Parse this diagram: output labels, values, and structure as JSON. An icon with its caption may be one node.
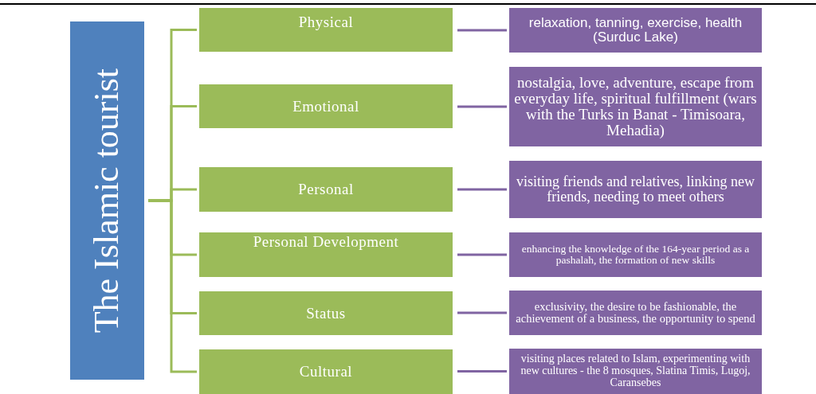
{
  "diagram": {
    "nodes": [
      {
        "text": [
          "The Islamic tourist"
        ]
      },
      {
        "text": [
          "Physical"
        ]
      },
      {
        "text": [
          "Emotional"
        ]
      },
      {
        "text": [
          "Personal"
        ]
      },
      {
        "text": [
          "Personal Development"
        ]
      },
      {
        "text": [
          "Status"
        ]
      },
      {
        "text": [
          "Cultural"
        ]
      },
      {
        "text": [
          "relaxation, tanning, exercise, health (Surduc Lake)"
        ]
      },
      {
        "text": [
          "nostalgia, love, adventure, escape from everyday life, spiritual fulfillment (wars with the Turks in Banat - Timisoara, Mehadia)"
        ]
      },
      {
        "text": [
          "visiting friends and relatives, linking new friends, needing to meet others"
        ]
      },
      {
        "text": [
          "enhancing the knowledge of the 164-year period as a pashalah, the formation of new skills"
        ]
      },
      {
        "text": [
          "exclusivity, the desire to be fashionable, the achievement of a business, the opportunity to spend"
        ]
      },
      {
        "text": [
          "visiting places related to Islam, experimenting with new cultures - the 8 mosques, Slatina Timis, Lugoj, Caransebes"
        ]
      }
    ],
    "edges": [
      {
        "from": 0,
        "to": 1,
        "arrow": "none",
        "color": "#9bbb59"
      },
      {
        "from": 0,
        "to": 2,
        "arrow": "none",
        "color": "#9bbb59"
      },
      {
        "from": 0,
        "to": 3,
        "arrow": "none",
        "color": "#9bbb59"
      },
      {
        "from": 0,
        "to": 4,
        "arrow": "none",
        "color": "#9bbb59"
      },
      {
        "from": 0,
        "to": 5,
        "arrow": "none",
        "color": "#9bbb59"
      },
      {
        "from": 0,
        "to": 6,
        "arrow": "none",
        "color": "#9bbb59"
      },
      {
        "from": 1,
        "to": 7,
        "arrow": "none",
        "color": "#8064a2"
      },
      {
        "from": 2,
        "to": 8,
        "arrow": "none",
        "color": "#8064a2"
      },
      {
        "from": 3,
        "to": 9,
        "arrow": "none",
        "color": "#8064a2"
      },
      {
        "from": 4,
        "to": 10,
        "arrow": "none",
        "color": "#8064a2"
      },
      {
        "from": 5,
        "to": 11,
        "arrow": "none",
        "color": "#8064a2"
      },
      {
        "from": 6,
        "to": 12,
        "arrow": "none",
        "color": "#8064a2"
      }
    ]
  }
}
